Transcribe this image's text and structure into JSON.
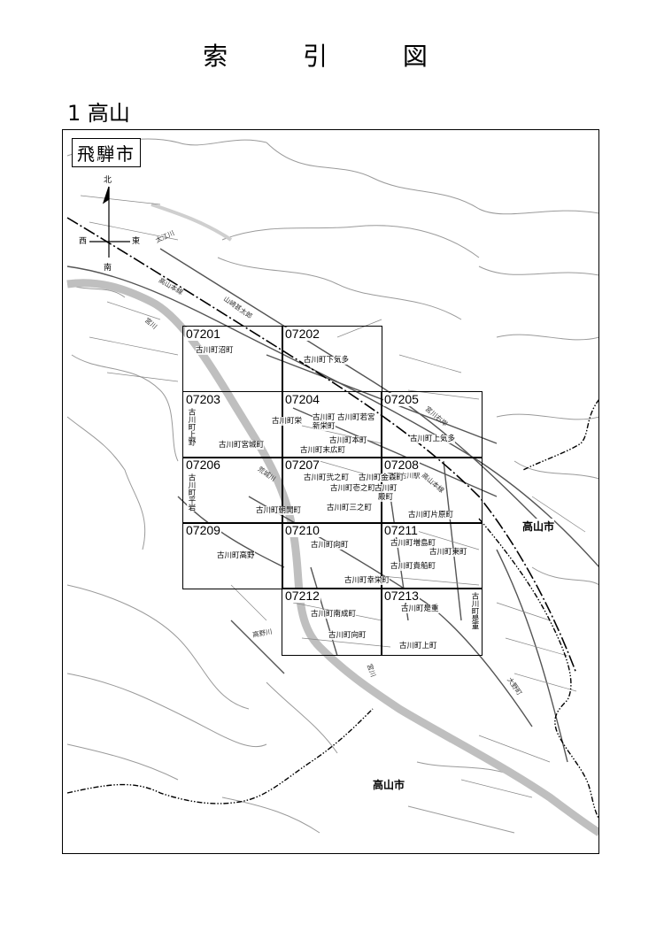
{
  "page": {
    "title": "索 引 図",
    "section": "1 高山"
  },
  "map": {
    "city_label": "飛騨市",
    "compass": {
      "north": "北",
      "south": "南",
      "east": "東",
      "west": "西"
    },
    "neighbors": [
      "高山市",
      "高山市"
    ],
    "notes": [
      "太江川",
      "高山本線",
      "山崎甚太郎",
      "宮川",
      "古川町",
      "荒城川",
      "宮川",
      "大野町",
      "高野川",
      "飛騨古川駅",
      "高山本線",
      "宮川右岸"
    ],
    "grid": [
      {
        "code": "07201",
        "towns": [
          "古川町沼町"
        ]
      },
      {
        "code": "07202",
        "towns": [
          "古川町下気多"
        ]
      },
      {
        "code": "07203",
        "towns": [
          "古川町上野",
          "古川町宮城町"
        ]
      },
      {
        "code": "07204",
        "towns": [
          "古川町栄",
          "古川町",
          "古川町若宮",
          "新栄町",
          "古川町本町",
          "古川町末広町"
        ]
      },
      {
        "code": "07205",
        "towns": [
          "古川町上気多"
        ]
      },
      {
        "code": "07206",
        "towns": [
          "古川町平岩"
        ]
      },
      {
        "code": "07207",
        "towns": [
          "古川町弐之町",
          "古川町壱之町",
          "古川町朝開町",
          "古川町三之町"
        ]
      },
      {
        "code": "07208",
        "towns": [
          "古川町金森町",
          "古川町",
          "殿町",
          "古川町片原町"
        ]
      },
      {
        "code": "07209",
        "towns": [
          "古川町高野"
        ]
      },
      {
        "code": "07210",
        "towns": [
          "古川町向町"
        ]
      },
      {
        "code": "07211",
        "towns": [
          "古川町増島町",
          "古川町東町",
          "古川町貴船町",
          "古川町幸栄町"
        ]
      },
      {
        "code": "07212",
        "towns": [
          "古川町南成町",
          "古川町向町"
        ]
      },
      {
        "code": "07213",
        "towns": [
          "古川町是重",
          "古川町上町",
          "古川町是重"
        ]
      }
    ]
  }
}
